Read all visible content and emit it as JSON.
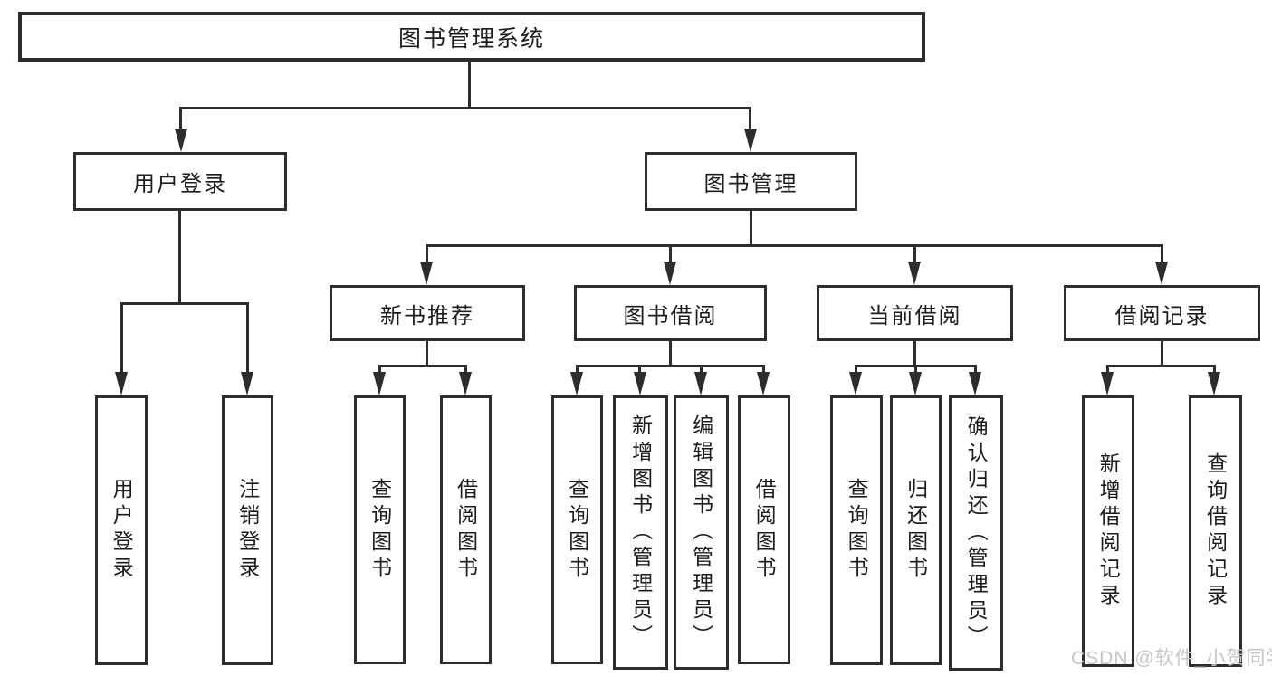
{
  "diagram": {
    "root": {
      "label": "图书管理系统"
    },
    "level2": [
      {
        "label": "用户登录"
      },
      {
        "label": "图书管理"
      }
    ],
    "level3": [
      {
        "label": "新书推荐"
      },
      {
        "label": "图书借阅"
      },
      {
        "label": "当前借阅"
      },
      {
        "label": "借阅记录"
      }
    ],
    "leaves": {
      "user_login": [
        {
          "label": "用户登录"
        },
        {
          "label": "注销登录"
        }
      ],
      "new_books": [
        {
          "label": "查询图书"
        },
        {
          "label": "借阅图书"
        }
      ],
      "book_borrow": [
        {
          "label": "查询图书"
        },
        {
          "label": "新增图书（管理员）"
        },
        {
          "label": "编辑图书（管理员）"
        },
        {
          "label": "借阅图书"
        }
      ],
      "current_borrow": [
        {
          "label": "查询图书"
        },
        {
          "label": "归还图书"
        },
        {
          "label": "确认归还（管理员）"
        }
      ],
      "borrow_records": [
        {
          "label": "新增借阅记录"
        },
        {
          "label": "查询借阅记录"
        }
      ]
    },
    "watermark": "CSDN @软件_小贺同学"
  },
  "colors": {
    "line": "#2d2d2d",
    "text": "#1c1c1c",
    "watermark": "#c6c6c6",
    "background": "#ffffff"
  }
}
